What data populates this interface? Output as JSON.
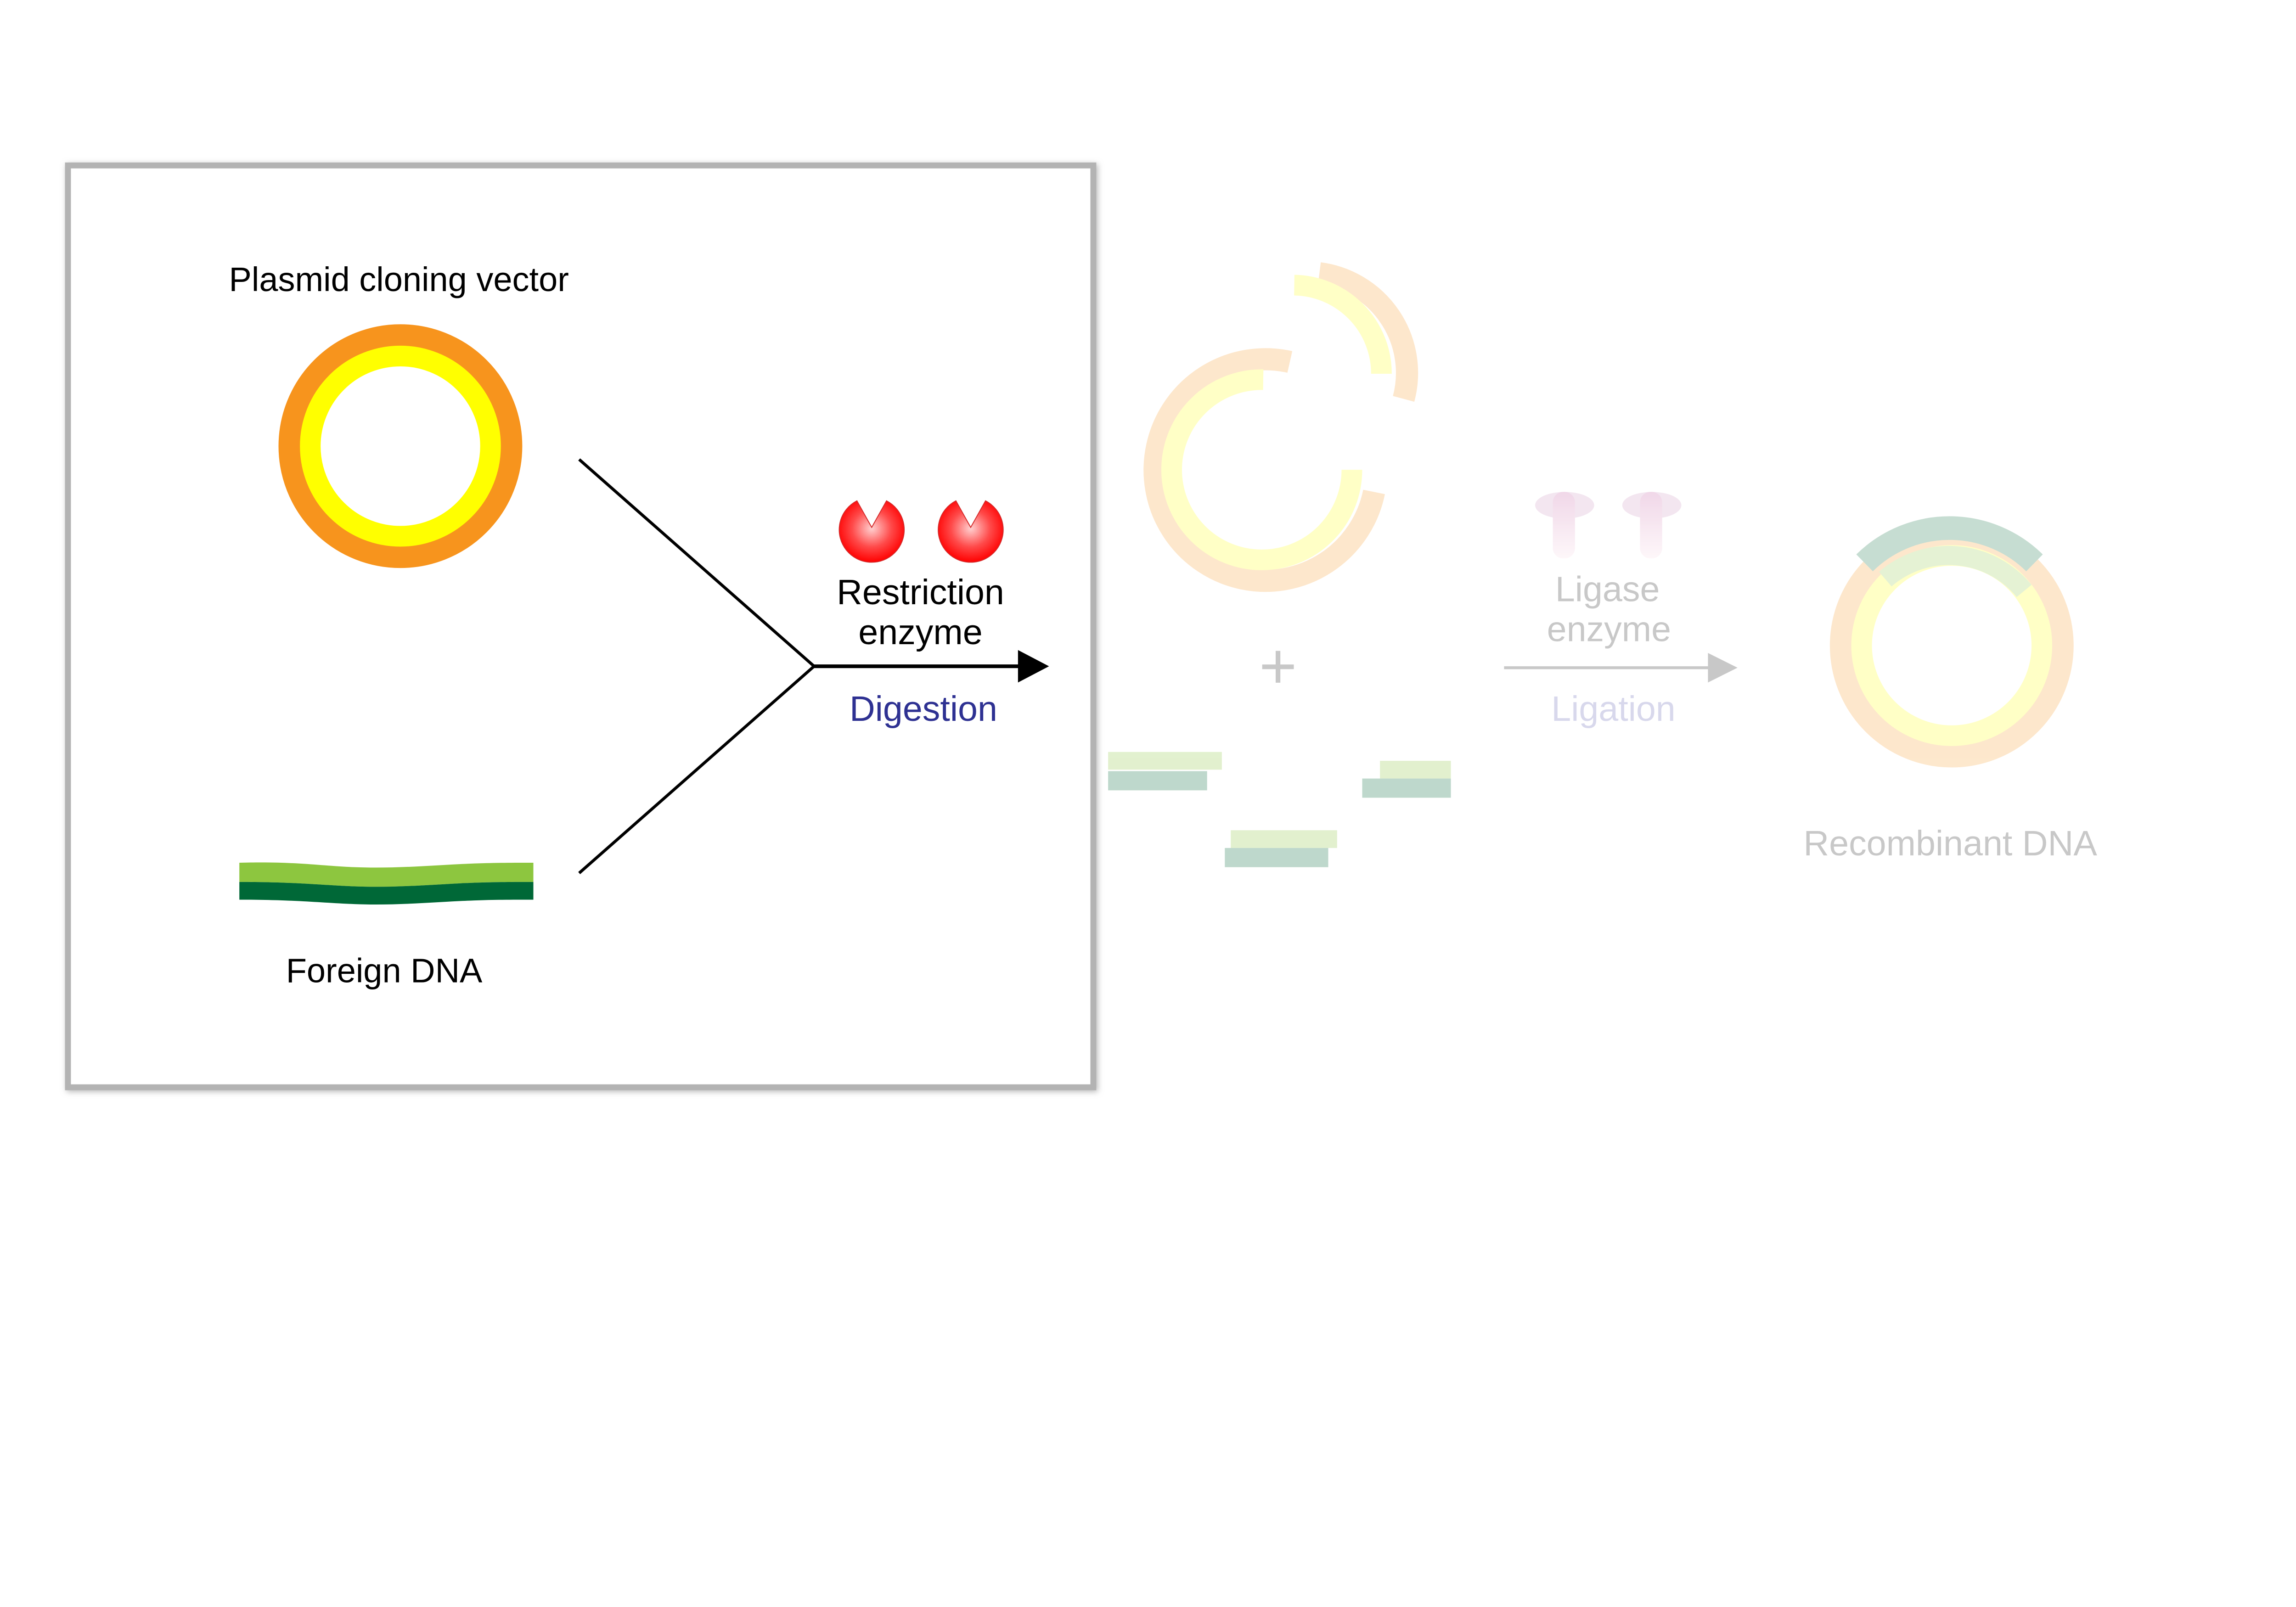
{
  "step1": {
    "plasmid_label": "Plasmid cloning vector",
    "foreign_dna_label": "Foreign DNA",
    "enzyme_label_line1": "Restriction",
    "enzyme_label_line2": "enzyme",
    "process_label": "Digestion"
  },
  "step2": {
    "plus_sign": "+",
    "enzyme_label_line1": "Ligase",
    "enzyme_label_line2": "enzyme",
    "process_label": "Ligation",
    "product_label": "Recombinant DNA"
  },
  "colors": {
    "plasmid_outer": "#f7941d",
    "plasmid_inner": "#ffff00",
    "dna_light": "#8dc63f",
    "dna_dark": "#006837",
    "restriction_enzyme": "#ff0000",
    "digestion_text": "#2e3192",
    "faded_text": "#c8c8c8",
    "ligation_text": "#d8d8ec"
  }
}
